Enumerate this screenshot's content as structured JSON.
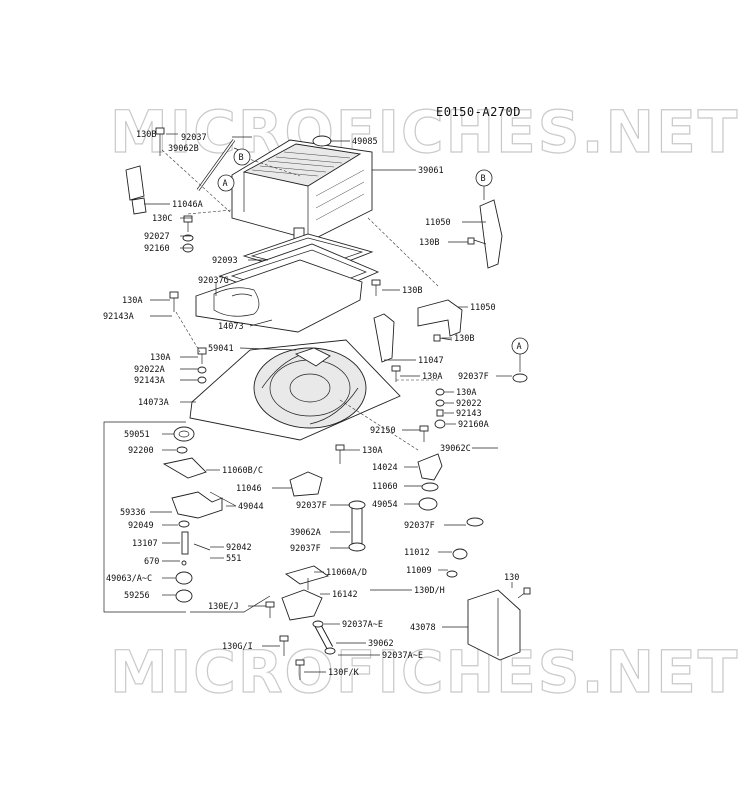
{
  "diagram_code": "E0150-A270D",
  "watermark": {
    "top": "MICROFICHES.NET",
    "bottom": "MICROFICHES.NET"
  },
  "callouts": {
    "A": "A",
    "B": "B"
  },
  "labels": {
    "l130B_top": "130B",
    "l92037": "92037",
    "l39062B": "39062B",
    "l49085": "49085",
    "l39061": "39061",
    "l11046A": "11046A",
    "l130C": "130C",
    "l92027": "92027",
    "l92160": "92160",
    "l92093": "92093",
    "l11050_top": "11050",
    "l130B_r1": "130B",
    "l92037G": "92037G",
    "l130A_1": "130A",
    "l92143A_1": "92143A",
    "l14073": "14073",
    "l130B_mid": "130B",
    "l11050_mid": "11050",
    "l130B_r2": "130B",
    "l59041": "59041",
    "l130A_2": "130A",
    "l92022A": "92022A",
    "l92143A_2": "92143A",
    "l14073A": "14073A",
    "l11047": "11047",
    "l130A_3": "130A",
    "l92037F_1": "92037F",
    "l130A_4": "130A",
    "l92022": "92022",
    "l92143": "92143",
    "l92160A": "92160A",
    "l59051": "59051",
    "l92200": "92200",
    "l92150": "92150",
    "l130A_5": "130A",
    "l39062C": "39062C",
    "l11060BC": "11060B/C",
    "l14024": "14024",
    "l11046": "11046",
    "l11060": "11060",
    "l59336": "59336",
    "l49044": "49044",
    "l92037F_2": "92037F",
    "l49054": "49054",
    "l92049": "92049",
    "l92037F_3": "92037F",
    "l39062A": "39062A",
    "l13107": "13107",
    "l92042": "92042",
    "l551": "551",
    "l92037F_4": "92037F",
    "l670": "670",
    "l11012": "11012",
    "l11060AD": "11060A/D",
    "l11009": "11009",
    "l49063": "49063/A~C",
    "l130": "130",
    "l59256": "59256",
    "l16142": "16142",
    "l130DH": "130D/H",
    "l130EJ": "130E/J",
    "l92037A_1": "92037A~E",
    "l43078": "43078",
    "l39062": "39062",
    "l130GI": "130G/I",
    "l92037A_2": "92037A~E",
    "l130FK": "130F/K"
  }
}
